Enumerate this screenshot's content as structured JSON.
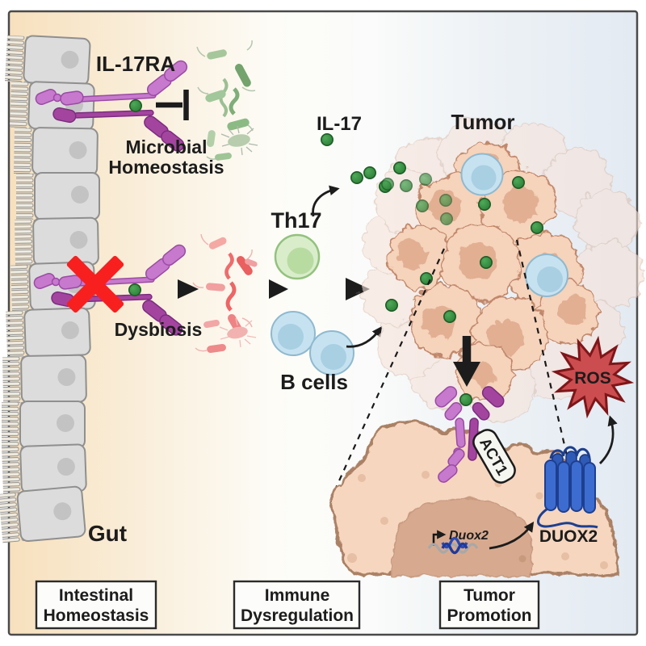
{
  "labels": {
    "il17ra": "IL-17RA",
    "microbial_line1": "Microbial",
    "microbial_line2": "Homeostasis",
    "dysbiosis": "Dysbiosis",
    "gut": "Gut",
    "th17": "Th17",
    "b_cells": "B cells",
    "il17": "IL-17",
    "tumor": "Tumor",
    "act1": "ACT1",
    "duox2_gene": "Duox2",
    "duox2_protein": "DUOX2",
    "ros": "ROS"
  },
  "panel_labels": {
    "intestinal_line1": "Intestinal",
    "intestinal_line2": "Homeostasis",
    "immune_line1": "Immune",
    "immune_line2": "Dysregulation",
    "tumor_line1": "Tumor",
    "tumor_line2": "Promotion"
  },
  "colors": {
    "background_left": "#f7e0bd",
    "background_right": "#e3eaf2",
    "epithelium_gray": "#dcdcdc",
    "receptor_light_purple": "#c679cd",
    "receptor_dark_purple": "#a3459f",
    "il17_green": "#2e8f3a",
    "block_red_x": "#f81f1f",
    "healthy_microbe_green": "#8cba84",
    "dysbiotic_microbe_red": "#ee6a6a",
    "th17_cell_green": "#d9edcb",
    "b_cell_blue": "#c8e7f2",
    "tumor_cell_peach": "#f6d3bb",
    "tumor_nucleus_tan": "#e2af92",
    "duox2_blue": "#3d6cd0",
    "ros_red": "#cb4d4f"
  }
}
